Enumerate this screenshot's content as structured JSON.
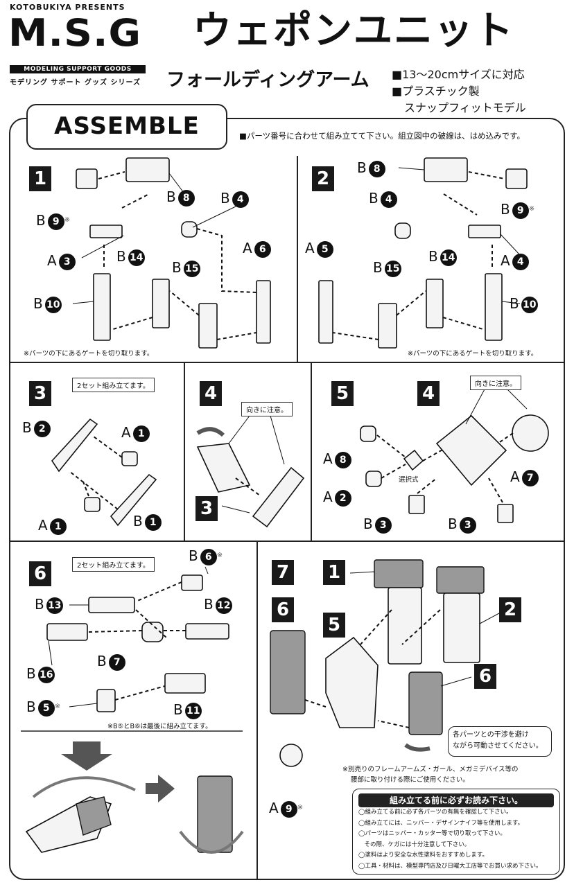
{
  "header": {
    "brand_top": "KOTOBUKIYA PRESENTS",
    "logo": "M.S.G",
    "logo_bar": "MODELING SUPPORT GOODS",
    "series": "モデリング サポート グッズ シリーズ",
    "title": "ウェポンユニット",
    "subtitle": "フォールディングアーム",
    "specs": [
      "■13〜20cmサイズに対応",
      "■プラスチック製",
      "スナップフィットモデル"
    ]
  },
  "assemble": {
    "heading": "ASSEMBLE",
    "note": "■パーツ番号に合わせて組み立てて下さい。組立図中の破線は、はめ込みです。"
  },
  "steps": {
    "s1": {
      "num": "1",
      "gate_note": "※パーツの下にあるゲートを切り取ります。",
      "labels": [
        [
          "B",
          "9"
        ],
        [
          "B",
          "8"
        ],
        [
          "B",
          "4"
        ],
        [
          "A",
          "3"
        ],
        [
          "B",
          "14"
        ],
        [
          "A",
          "6"
        ],
        [
          "B",
          "15"
        ],
        [
          "B",
          "10"
        ]
      ]
    },
    "s2": {
      "num": "2",
      "gate_note": "※パーツの下にあるゲートを切り取ります。",
      "labels": [
        [
          "B",
          "8"
        ],
        [
          "B",
          "4"
        ],
        [
          "B",
          "9"
        ],
        [
          "A",
          "5"
        ],
        [
          "B",
          "14"
        ],
        [
          "A",
          "4"
        ],
        [
          "B",
          "15"
        ],
        [
          "B",
          "10"
        ]
      ]
    },
    "s3": {
      "num": "3",
      "set_note": "2セット組み立てます。",
      "labels": [
        [
          "B",
          "2"
        ],
        [
          "A",
          "1"
        ],
        [
          "A",
          "1"
        ],
        [
          "B",
          "1"
        ]
      ]
    },
    "s4": {
      "num": "4",
      "caution": "向きに注意。",
      "part": "3"
    },
    "s5": {
      "num": "5",
      "caution": "向きに注意。",
      "part_top": "4",
      "select_label": "選択式",
      "labels": [
        [
          "A",
          "8"
        ],
        [
          "A",
          "2"
        ],
        [
          "A",
          "7"
        ],
        [
          "B",
          "3"
        ],
        [
          "B",
          "3"
        ]
      ]
    },
    "s6": {
      "num": "6",
      "set_note": "2セット組み立てます。",
      "labels": [
        [
          "B",
          "6"
        ],
        [
          "B",
          "13"
        ],
        [
          "B",
          "12"
        ],
        [
          "B",
          "7"
        ],
        [
          "B",
          "16"
        ],
        [
          "B",
          "5"
        ],
        [
          "B",
          "11"
        ]
      ],
      "order_note": "※B⑤とB⑥は最後に組み立てます。"
    },
    "s7": {
      "num": "7",
      "parts": [
        "1",
        "2",
        "6",
        "5",
        "6"
      ],
      "interference_note": [
        "各パーツとの干渉を避け",
        "ながら可動させてください。"
      ],
      "compat_note": [
        "※別売りのフレームアームズ・ガール、メガミデバイス等の",
        "腰部に取り付ける際にご使用ください。"
      ],
      "label_a9": [
        "A",
        "9"
      ]
    }
  },
  "read_first": {
    "heading": "組み立てる前に必ずお読み下さい。",
    "items": [
      "◯組み立てる前に必ず各パーツの有無を確認して下さい。",
      "◯組み立てには、ニッパー・デザインナイフ等を使用します。",
      "◯パーツはニッパー・カッター等で切り取って下さい。",
      "　その際、ケガには十分注意して下さい。",
      "◯塗料はより安全な水性塗料をおすすめします。",
      "◯工具・材料は、模型専門店及び日曜大工店等でお買い求め下さい。"
    ]
  }
}
